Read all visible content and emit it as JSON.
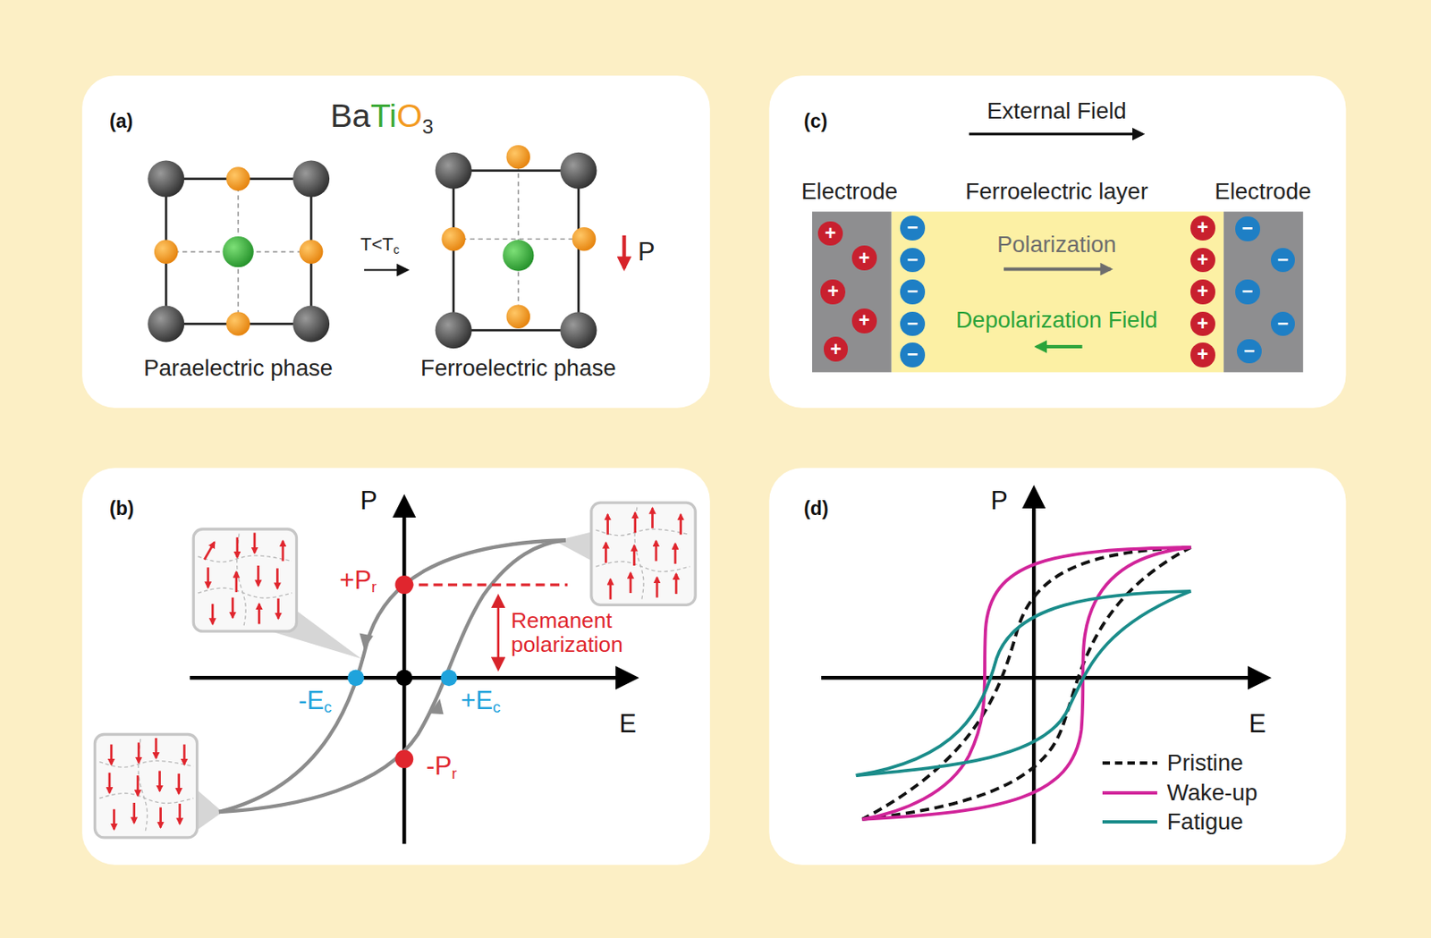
{
  "diagram": {
    "nodes": [
      {
        "text": [
          "(a)"
        ]
      },
      {
        "text": [
          "(c)"
        ]
      },
      {
        "text": [
          "(b)"
        ]
      },
      {
        "text": [
          "(d)"
        ]
      },
      {
        "text": [
          "Electrode"
        ],
        "in": 1
      },
      {
        "text": [
          "Ferroelectric layer",
          "Polarization",
          "Depolarization Field"
        ],
        "in": 1
      },
      {
        "text": [
          "Electrode"
        ],
        "in": 1
      }
    ],
    "labels": [
      "Ba",
      "Ti",
      "O",
      "3",
      "T<T",
      "c",
      "P",
      "Paraelectric phase",
      "Ferroelectric phase",
      "External Field",
      "+",
      "+",
      "+",
      "+",
      "+",
      "−",
      "−",
      "−",
      "−",
      "−",
      "+",
      "+",
      "+",
      "+",
      "+",
      "−",
      "−",
      "−",
      "−",
      "−",
      "P",
      "+P",
      "r",
      "-E",
      "c",
      "+E",
      "c",
      "-P",
      "r",
      "Remanent polarization",
      "E",
      "P",
      "E"
    ],
    "legend": [
      {
        "text": "Pristine"
      },
      {
        "text": "Wake-up"
      },
      {
        "text": "Fatigue"
      }
    ]
  }
}
